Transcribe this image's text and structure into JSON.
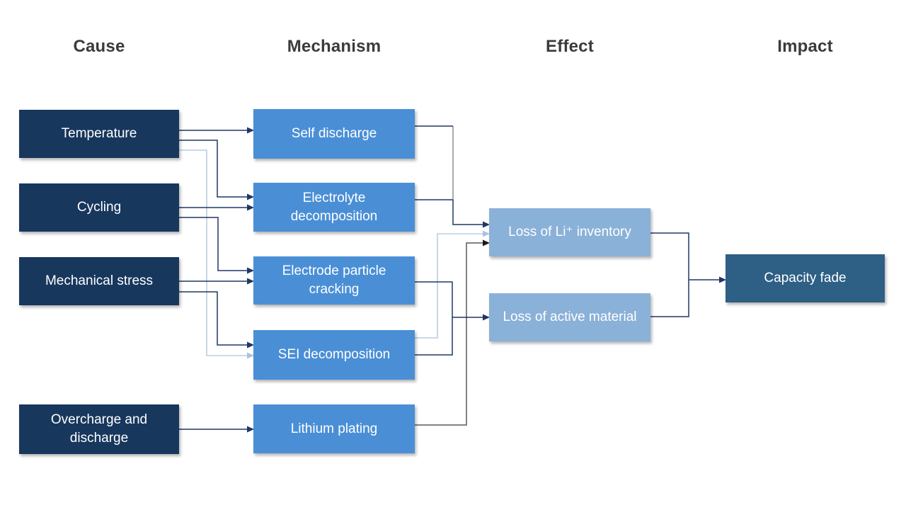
{
  "headers": {
    "cause": "Cause",
    "mechanism": "Mechanism",
    "effect": "Effect",
    "impact": "Impact"
  },
  "nodes": {
    "cause": [
      {
        "label": "Temperature"
      },
      {
        "label": "Cycling"
      },
      {
        "label": "Mechanical stress"
      },
      {
        "label": "Overcharge and discharge"
      }
    ],
    "mechanism": [
      {
        "label": "Self discharge"
      },
      {
        "label": "Electrolyte decomposition"
      },
      {
        "label": "Electrode particle cracking"
      },
      {
        "label": "SEI decomposition"
      },
      {
        "label": "Lithium plating"
      }
    ],
    "effect": [
      {
        "label": "Loss of Li⁺ inventory"
      },
      {
        "label": "Loss of active material"
      }
    ],
    "impact": [
      {
        "label": "Capacity fade"
      }
    ]
  },
  "edges": [
    {
      "from": "Temperature",
      "to": "Self discharge",
      "style": "navy"
    },
    {
      "from": "Temperature",
      "to": "Electrolyte decomposition",
      "style": "navy"
    },
    {
      "from": "Temperature",
      "to": "SEI decomposition",
      "style": "light-blue"
    },
    {
      "from": "Cycling",
      "to": "Electrolyte decomposition",
      "style": "navy"
    },
    {
      "from": "Cycling",
      "to": "Electrode particle cracking",
      "style": "navy"
    },
    {
      "from": "Mechanical stress",
      "to": "Electrode particle cracking",
      "style": "navy"
    },
    {
      "from": "Mechanical stress",
      "to": "SEI decomposition",
      "style": "navy"
    },
    {
      "from": "Overcharge and discharge",
      "to": "Lithium plating",
      "style": "navy"
    },
    {
      "from": "Self discharge",
      "to": "Loss of Li⁺ inventory",
      "style": "navy"
    },
    {
      "from": "Electrolyte decomposition",
      "to": "Loss of Li⁺ inventory",
      "style": "navy"
    },
    {
      "from": "SEI decomposition",
      "to": "Loss of Li⁺ inventory",
      "style": "light-blue"
    },
    {
      "from": "Lithium plating",
      "to": "Loss of Li⁺ inventory",
      "style": "dark-gray"
    },
    {
      "from": "Electrode particle cracking",
      "to": "Loss of active material",
      "style": "navy"
    },
    {
      "from": "SEI decomposition",
      "to": "Loss of active material",
      "style": "navy"
    },
    {
      "from": "Loss of Li⁺ inventory",
      "to": "Capacity fade",
      "style": "navy"
    },
    {
      "from": "Loss of active material",
      "to": "Capacity fade",
      "style": "navy"
    }
  ],
  "colors": {
    "cause_fill": "#17375d",
    "mechanism_fill": "#4a8fd6",
    "effect_fill": "#8ab1d8",
    "impact_fill": "#2e5f85",
    "connector_navy": "#1f3864",
    "connector_light": "#b9cde3",
    "connector_gray": "#595959",
    "header_text": "#3b3b3b",
    "node_text": "#ffffff"
  }
}
